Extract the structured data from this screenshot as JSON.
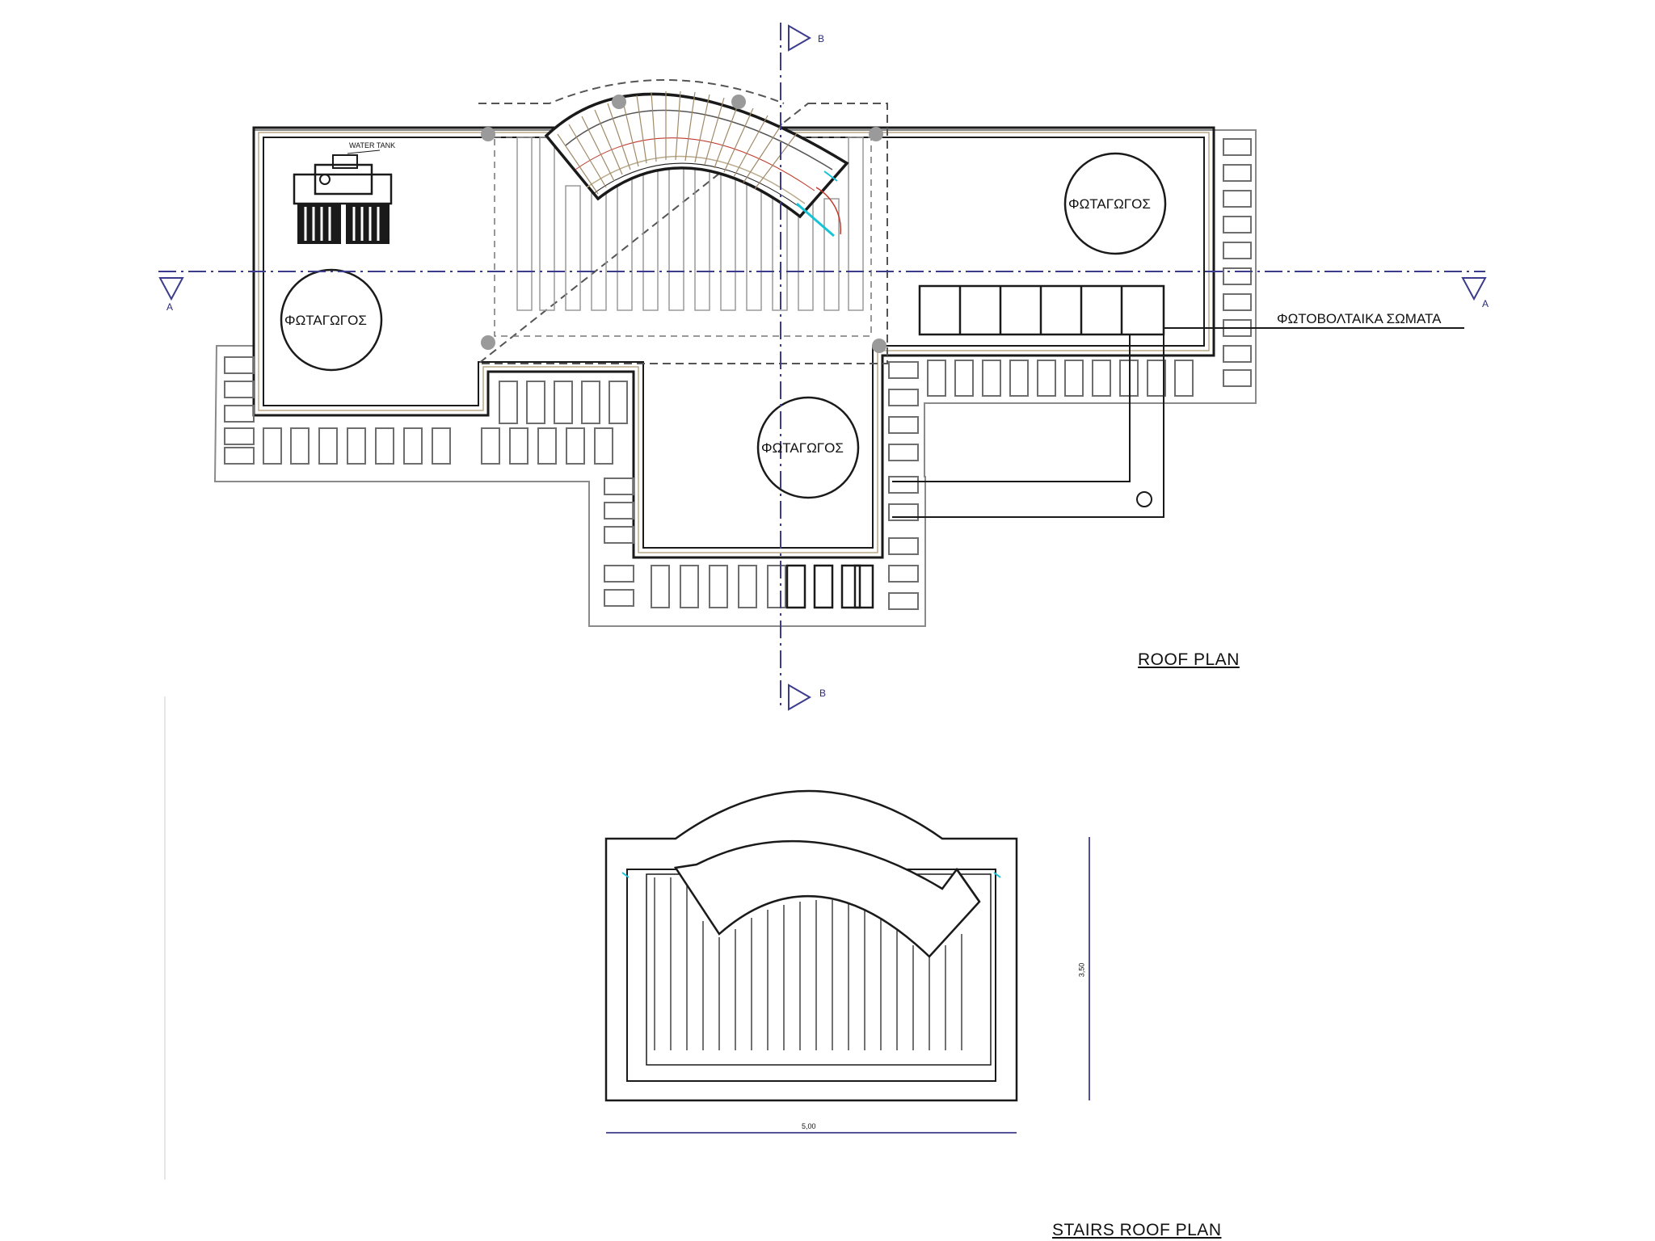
{
  "labels": {
    "roof_plan": "ROOF PLAN",
    "stairs_roof_plan": "STAIRS ROOF PLAN",
    "water_tank": "WATER TANK",
    "skylight": "ΦΩΤΑΓΩΓΟΣ",
    "photovoltaic": "ΦΩΤΟΒΟΛΤΑΙΚΑ ΣΩΜΑΤΑ",
    "section_a": "A",
    "section_b": "B",
    "dim_width": "5,00",
    "dim_height": "3,50"
  },
  "colors": {
    "line": "#1a1a1a",
    "grey_line": "#8a8a8a",
    "axis": "#3c3c8c",
    "accent_red": "#c0392b",
    "accent_cyan": "#19c3d6",
    "column": "#9a9a9a"
  }
}
